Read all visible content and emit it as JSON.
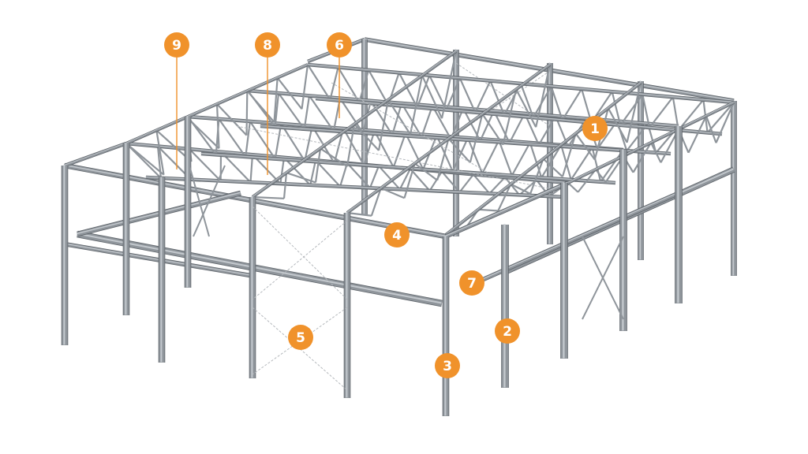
{
  "diagram": {
    "colors": {
      "steel": "#8f959b",
      "steel_dark": "#5e646a",
      "steel_light": "#c3c8cd",
      "bracing": "#b5b9bd",
      "marker_fill": "#f0922b",
      "marker_leader": "#f0922b",
      "background": "#ffffff"
    },
    "markers": [
      {
        "id": "1",
        "label": "1"
      },
      {
        "id": "2",
        "label": "2"
      },
      {
        "id": "3",
        "label": "3"
      },
      {
        "id": "4",
        "label": "4"
      },
      {
        "id": "5",
        "label": "5"
      },
      {
        "id": "6",
        "label": "6"
      },
      {
        "id": "7",
        "label": "7"
      },
      {
        "id": "8",
        "label": "8"
      },
      {
        "id": "9",
        "label": "9"
      }
    ]
  }
}
